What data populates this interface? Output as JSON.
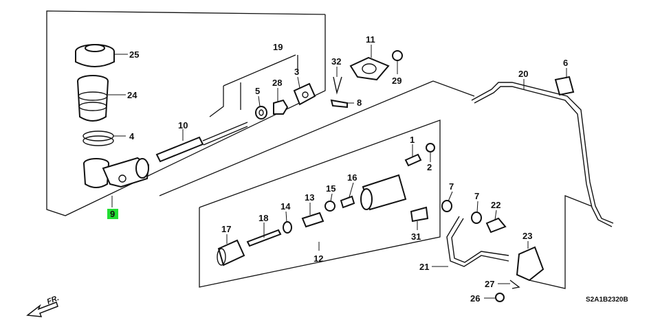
{
  "callouts": {
    "p1": "1",
    "p2": "2",
    "p3": "3",
    "p4": "4",
    "p5": "5",
    "p6": "6",
    "p7a": "7",
    "p7b": "7",
    "p8": "8",
    "p9": "9",
    "p10": "10",
    "p11": "11",
    "p12": "12",
    "p13": "13",
    "p14": "14",
    "p15": "15",
    "p16": "16",
    "p17": "17",
    "p18": "18",
    "p19": "19",
    "p20": "20",
    "p21": "21",
    "p22": "22",
    "p23": "23",
    "p24": "24",
    "p25": "25",
    "p26": "26",
    "p27": "27",
    "p28": "28",
    "p29": "29",
    "p31": "31",
    "p32": "32"
  },
  "highlight_color": "#22dd33",
  "highlighted_callout": "9",
  "diagram_code": "S2A1B2320B",
  "direction_label": "FR."
}
